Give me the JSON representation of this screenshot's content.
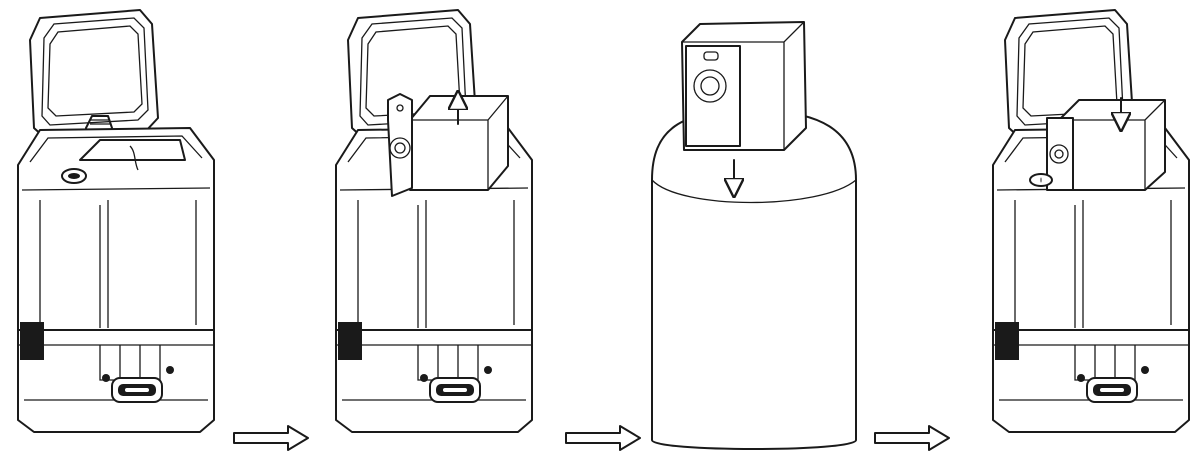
{
  "diagram": {
    "steps": [
      {
        "id": "open-lid",
        "icon": "dust-station-lid-open-icon"
      },
      {
        "id": "remove-bag",
        "icon": "dust-station-remove-bag-icon"
      },
      {
        "id": "dispose-bag",
        "icon": "bag-into-bin-icon"
      },
      {
        "id": "insert-new-bag",
        "icon": "dust-station-insert-bag-icon"
      }
    ],
    "connectors": [
      "arrow-right-icon",
      "arrow-right-icon",
      "arrow-right-icon"
    ],
    "colors": {
      "line": "#1a1a1a",
      "background": "#ffffff"
    }
  }
}
